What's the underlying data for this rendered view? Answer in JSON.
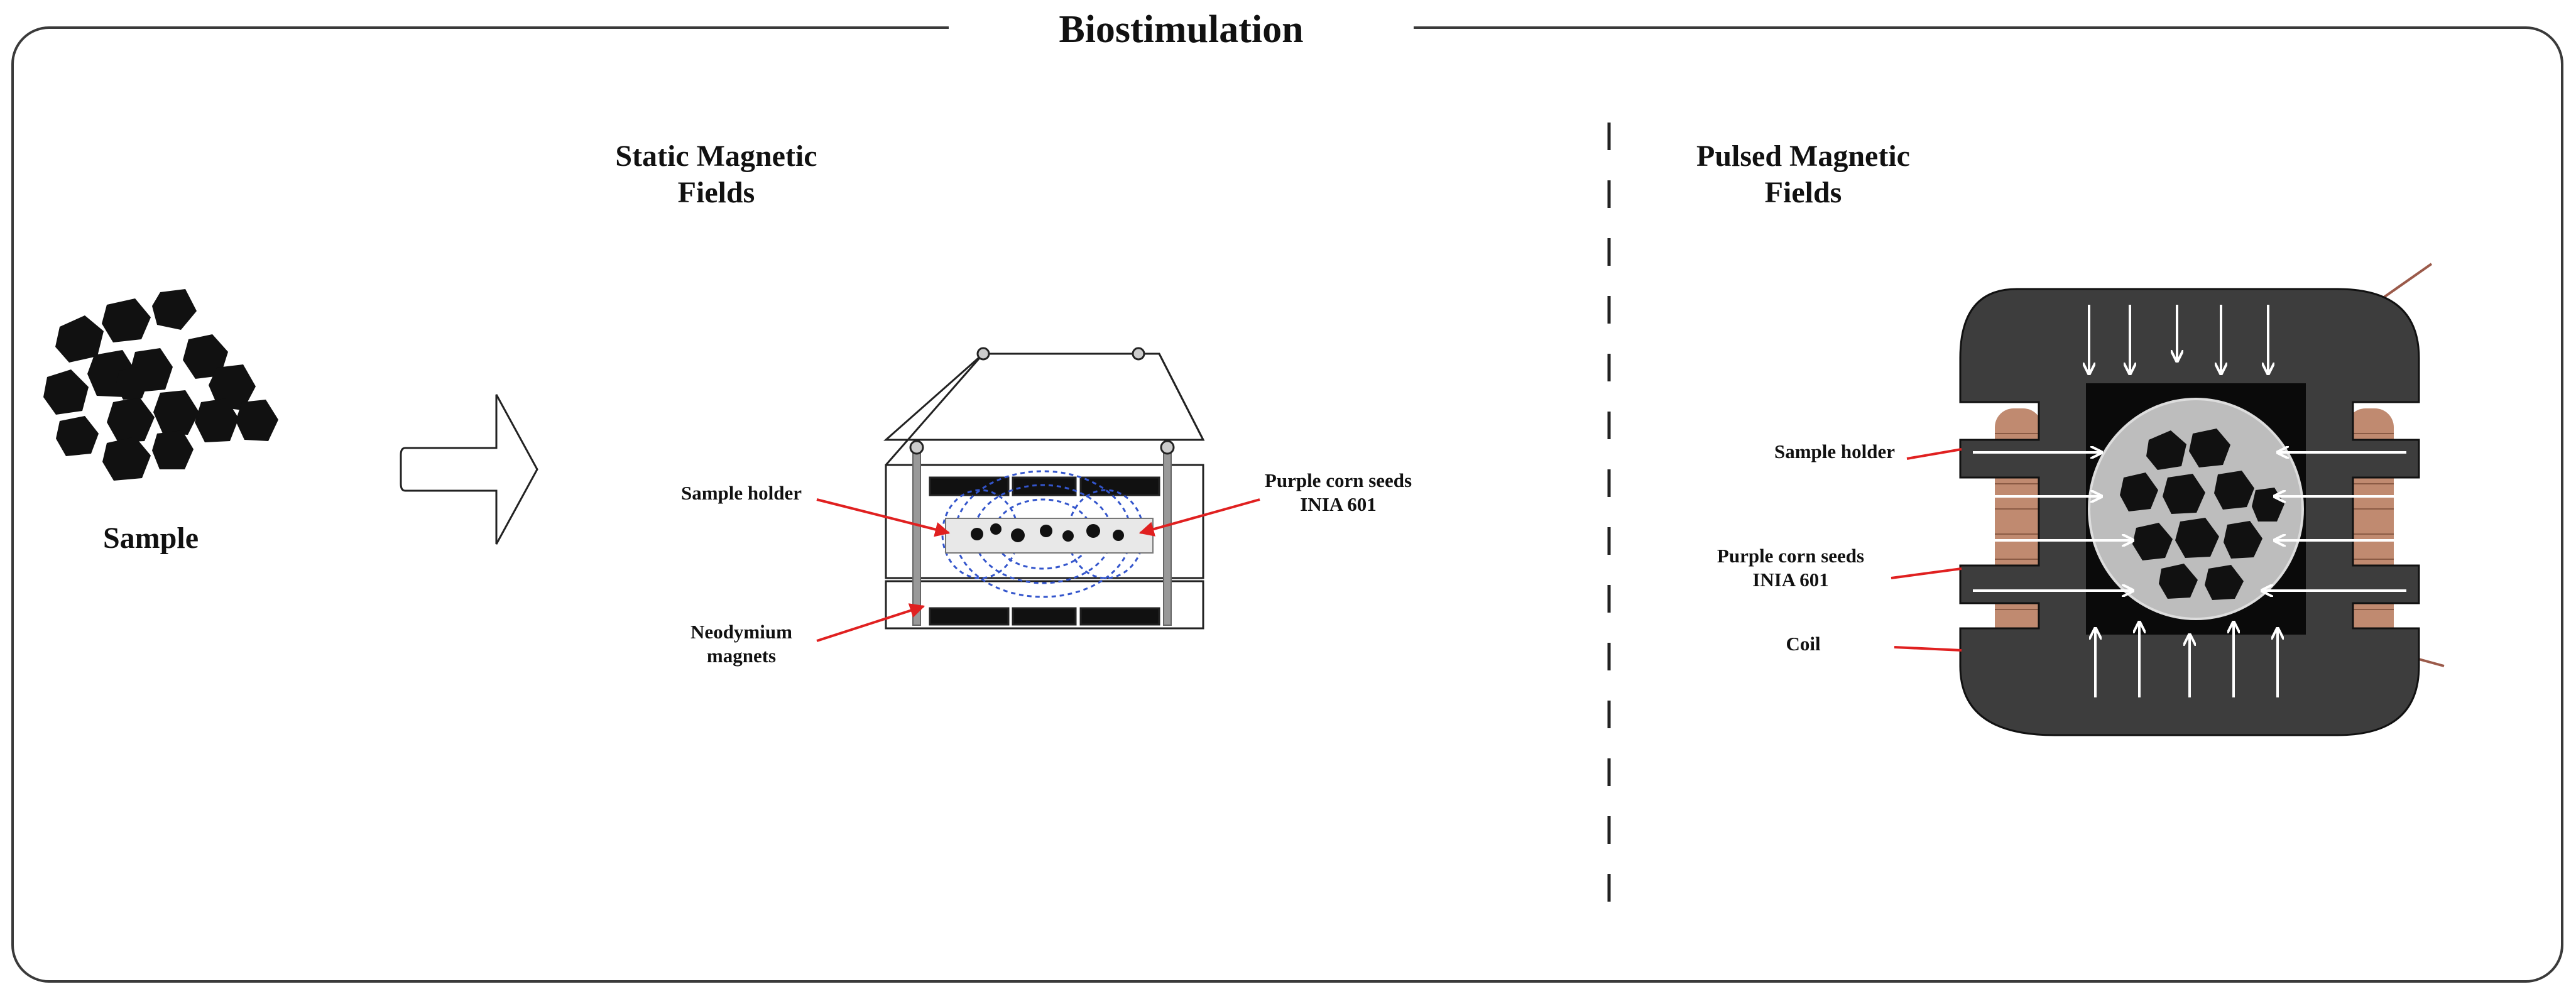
{
  "title": "Biostimulation",
  "sample": {
    "label": "Sample"
  },
  "static_panel": {
    "title_line1": "Static Magnetic",
    "title_line2": "Fields",
    "labels": {
      "sample_holder": "Sample holder",
      "purple_corn_line1": "Purple corn seeds",
      "purple_corn_line2": "INIA 601",
      "magnets_line1": "Neodymium",
      "magnets_line2": "magnets"
    }
  },
  "pulsed_panel": {
    "title_line1": "Pulsed Magnetic",
    "title_line2": "Fields",
    "labels": {
      "sample_holder": "Sample holder",
      "purple_corn_line1": "Purple corn seeds",
      "purple_corn_line2": "INIA 601",
      "coil": "Coil"
    }
  },
  "colors": {
    "frame": "#3a3a3a",
    "seed": "#111111",
    "pointer": "#e02020",
    "field_lines": "#3355cc",
    "coil_body": "#3d3d3d",
    "copper": "#b07a60"
  }
}
